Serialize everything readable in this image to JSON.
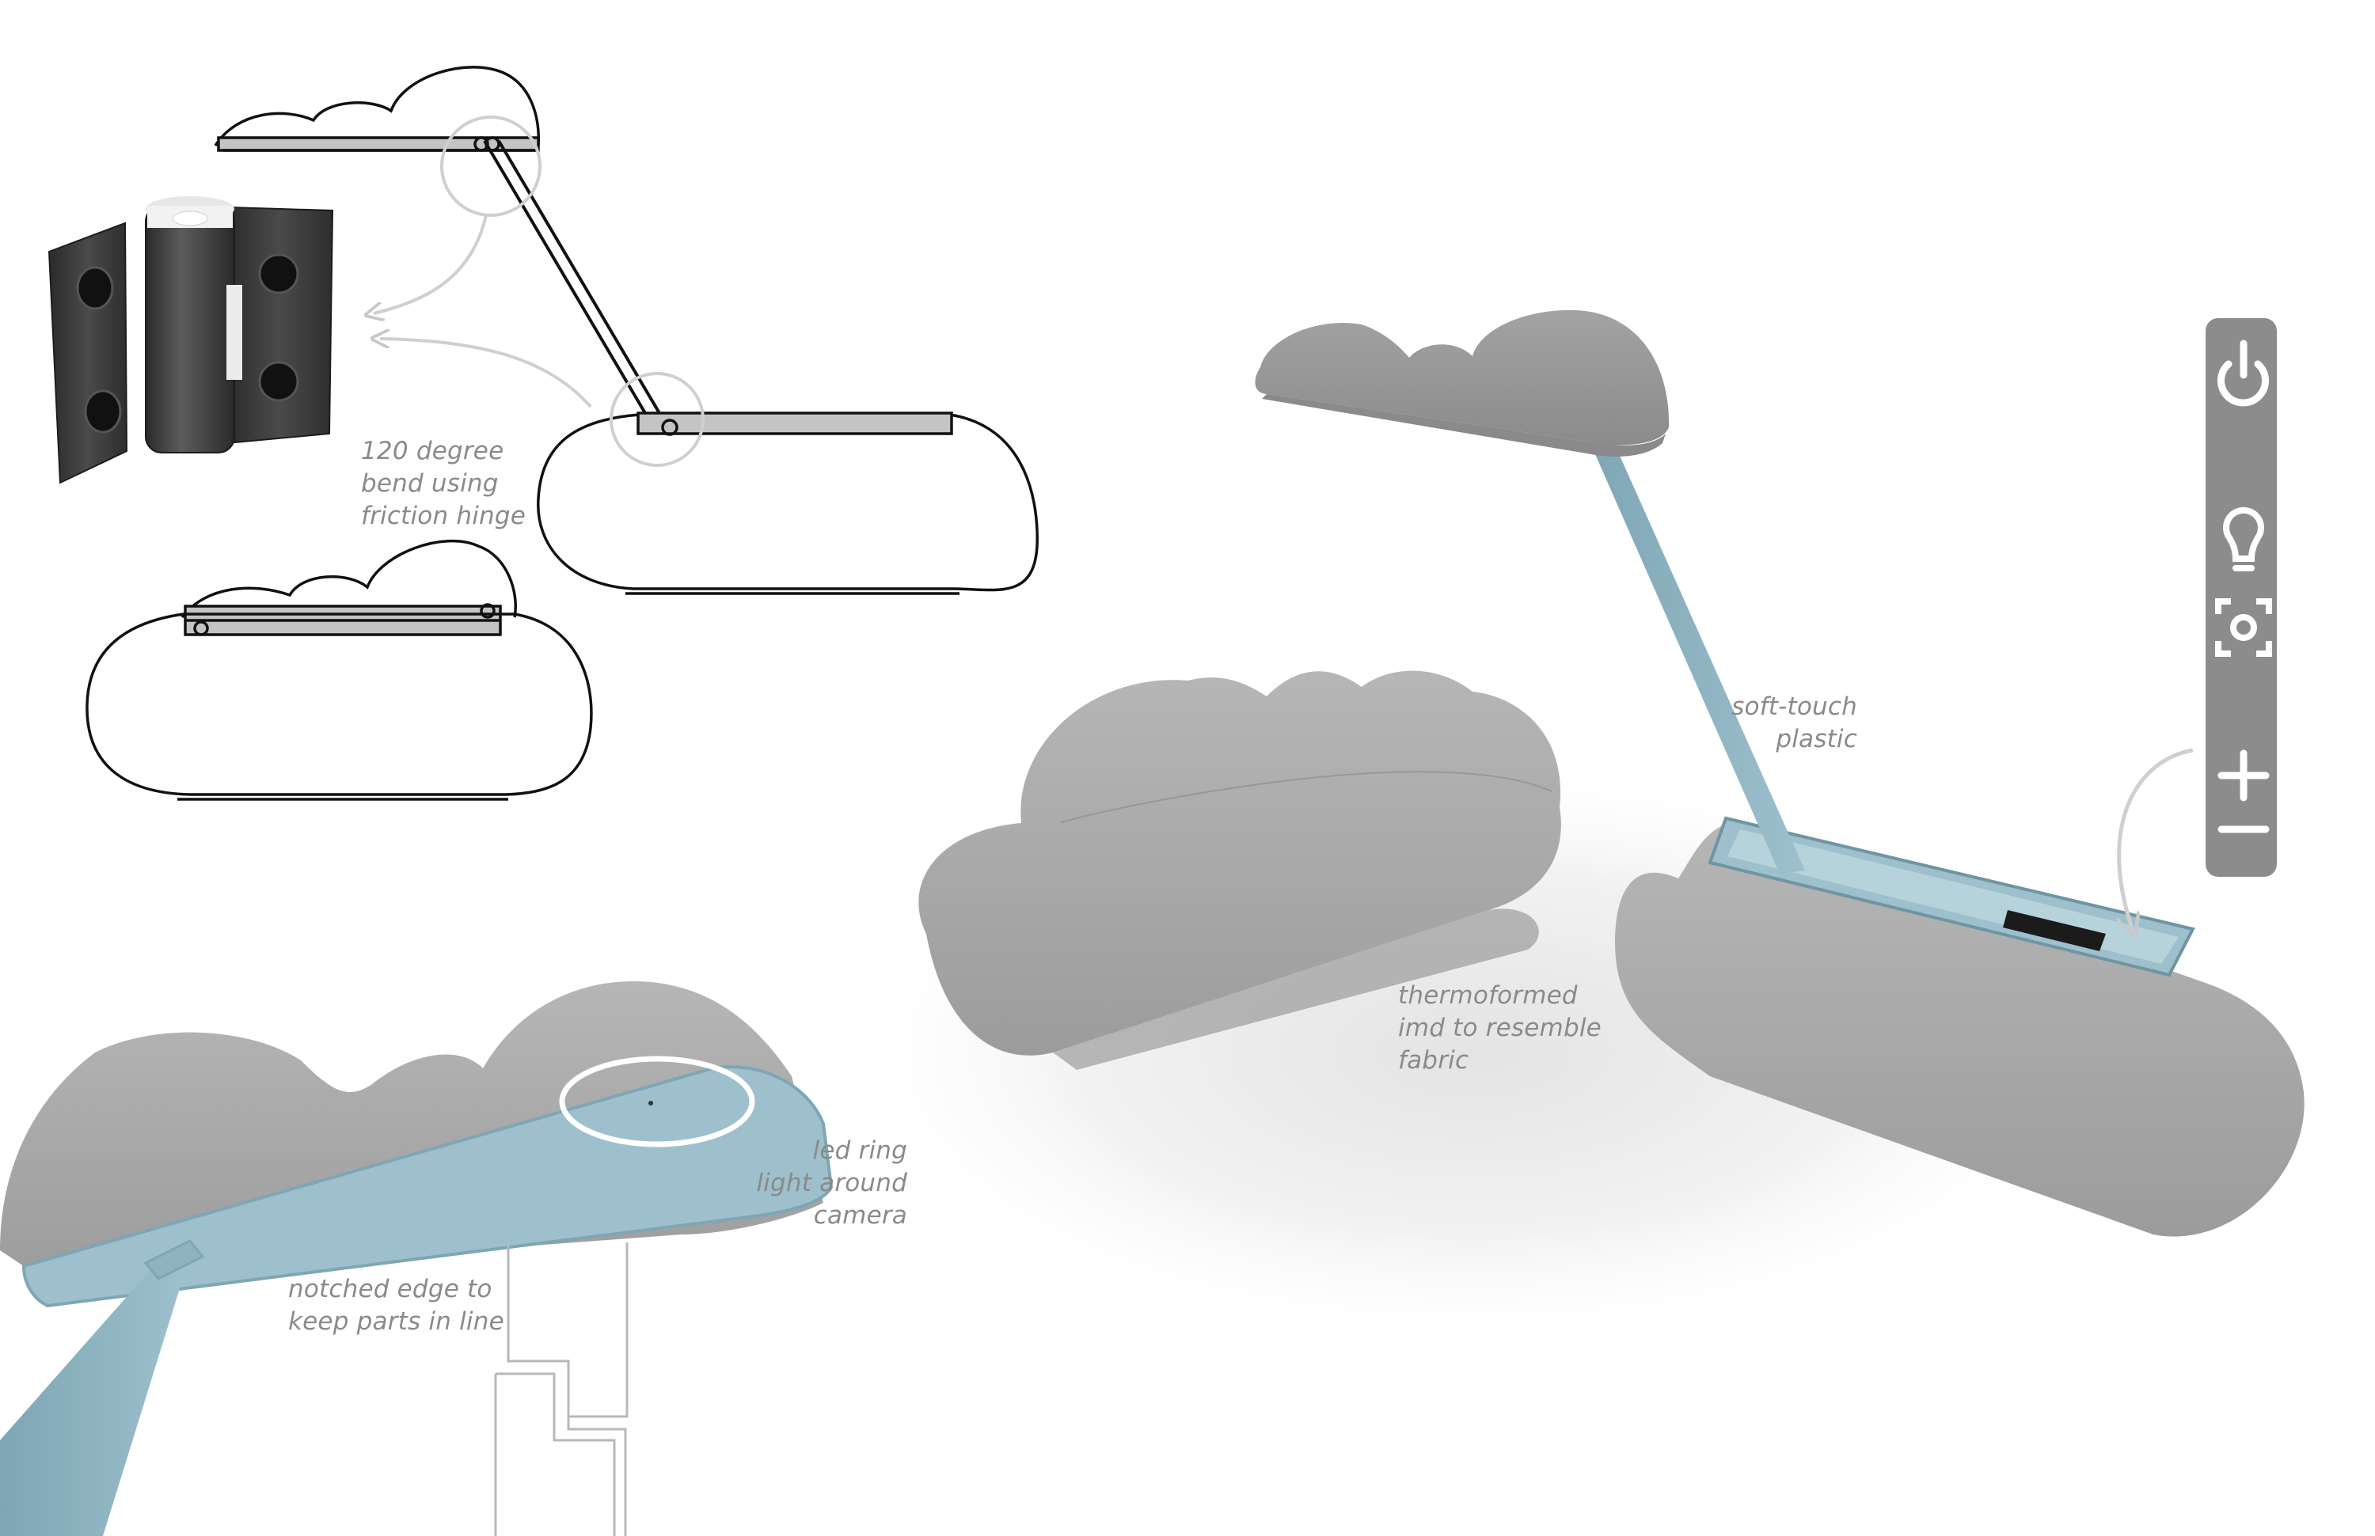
{
  "annotations": {
    "hinge_bend": [
      "120 degree",
      "bend using",
      "friction hinge"
    ],
    "soft_touch": [
      "soft-touch",
      "plastic"
    ],
    "thermoformed": [
      "thermoformed",
      "imd to resemble",
      "fabric"
    ],
    "led_ring": [
      "led ring",
      "light around",
      "camera"
    ],
    "notched_edge": [
      "notched edge to",
      "keep parts in line"
    ]
  },
  "control_strip": {
    "icons": [
      "power-icon",
      "bulb-icon",
      "camera-icon",
      "plus-icon",
      "minus-icon"
    ]
  },
  "colors": {
    "fabric_gray": "#a9a9a9",
    "plastic_blue": "#8fb3c0",
    "strip_gray": "#8c8c8c",
    "sketch_line": "#111111",
    "note_gray": "#8a8a8a"
  }
}
